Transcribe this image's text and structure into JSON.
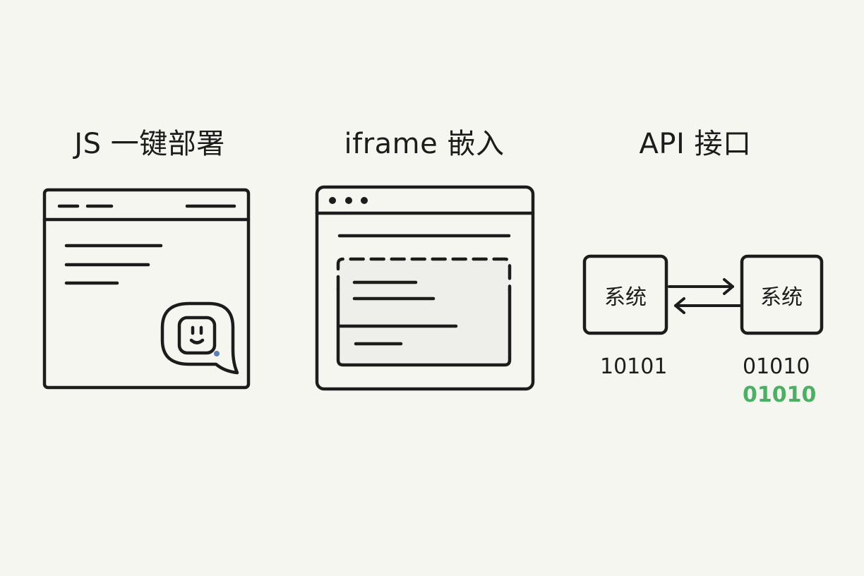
{
  "panels": {
    "js": {
      "title": "JS 一键部署"
    },
    "iframe": {
      "title": "iframe 嵌入"
    },
    "api": {
      "title": "API 接口",
      "left_system": "系统",
      "right_system": "系统",
      "left_bits": "10101",
      "right_bits_top": "01010",
      "right_bits_bottom": "01010"
    }
  },
  "colors": {
    "background": "#f6f6f1",
    "ink": "#1c1c1c",
    "accent_green": "#4caf63",
    "accent_blue": "#5b7fb6",
    "iframe_fill": "#eeeeeb"
  },
  "icons": {
    "chat_bubble": "robot-face-chat-icon",
    "arrow_right": "arrow-right-icon",
    "arrow_left": "arrow-left-icon"
  }
}
